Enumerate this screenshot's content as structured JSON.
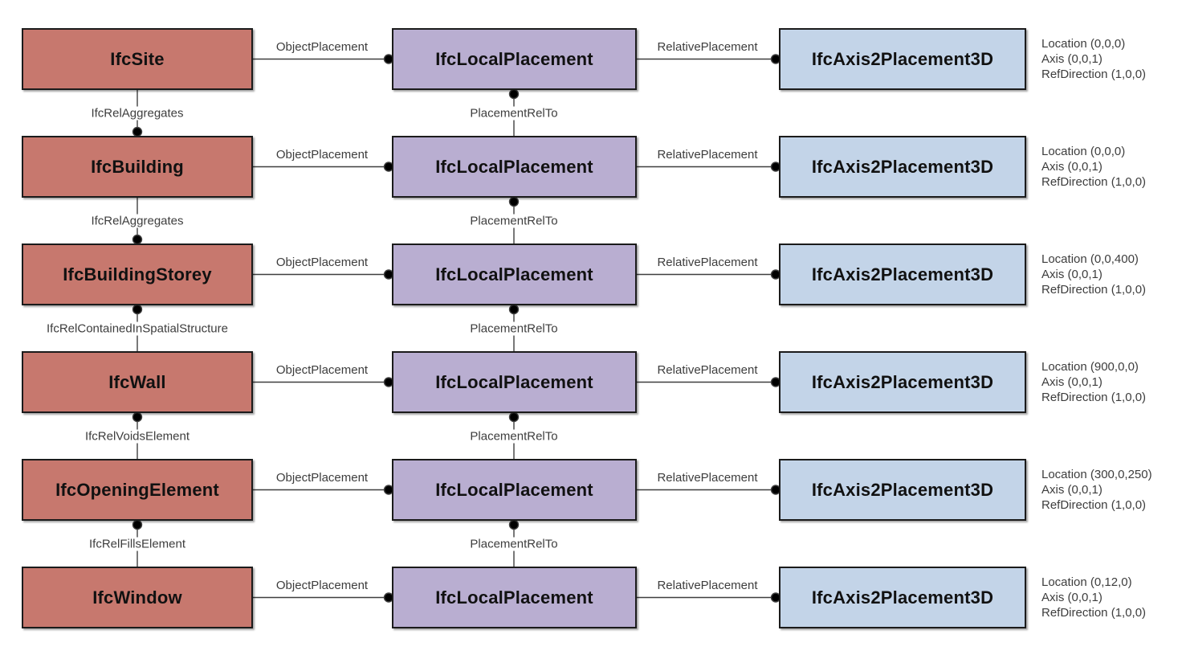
{
  "diagram": {
    "labels": {
      "object_placement": "ObjectPlacement",
      "relative_placement": "RelativePlacement",
      "placement_rel_to": "PlacementRelTo",
      "local_placement": "IfcLocalPlacement",
      "axis_placement": "IfcAxis2Placement3D"
    },
    "entity_relations": [
      "IfcRelAggregates",
      "IfcRelAggregates",
      "IfcRelContainedInSpatialStructure",
      "IfcRelVoidsElement",
      "IfcRelFillsElement"
    ],
    "rows": [
      {
        "entity": "IfcSite",
        "attributes": {
          "location": "Location (0,0,0)",
          "axis": "Axis (0,0,1)",
          "ref_direction": "RefDirection (1,0,0)"
        }
      },
      {
        "entity": "IfcBuilding",
        "attributes": {
          "location": "Location (0,0,0)",
          "axis": "Axis (0,0,1)",
          "ref_direction": "RefDirection (1,0,0)"
        }
      },
      {
        "entity": "IfcBuildingStorey",
        "attributes": {
          "location": "Location (0,0,400)",
          "axis": "Axis (0,0,1)",
          "ref_direction": "RefDirection (1,0,0)"
        }
      },
      {
        "entity": "IfcWall",
        "attributes": {
          "location": "Location (900,0,0)",
          "axis": "Axis (0,0,1)",
          "ref_direction": "RefDirection (1,0,0)"
        }
      },
      {
        "entity": "IfcOpeningElement",
        "attributes": {
          "location": "Location (300,0,250)",
          "axis": "Axis (0,0,1)",
          "ref_direction": "RefDirection (1,0,0)"
        }
      },
      {
        "entity": "IfcWindow",
        "attributes": {
          "location": "Location (0,12,0)",
          "axis": "Axis (0,0,1)",
          "ref_direction": "RefDirection (1,0,0)"
        }
      }
    ],
    "colors": {
      "entity_box": "#c7786e",
      "local_placement_box": "#b9aed1",
      "axis_placement_box": "#c3d4e8",
      "connector_line": "#3f3f3f",
      "connector_dot": "#000000"
    }
  }
}
